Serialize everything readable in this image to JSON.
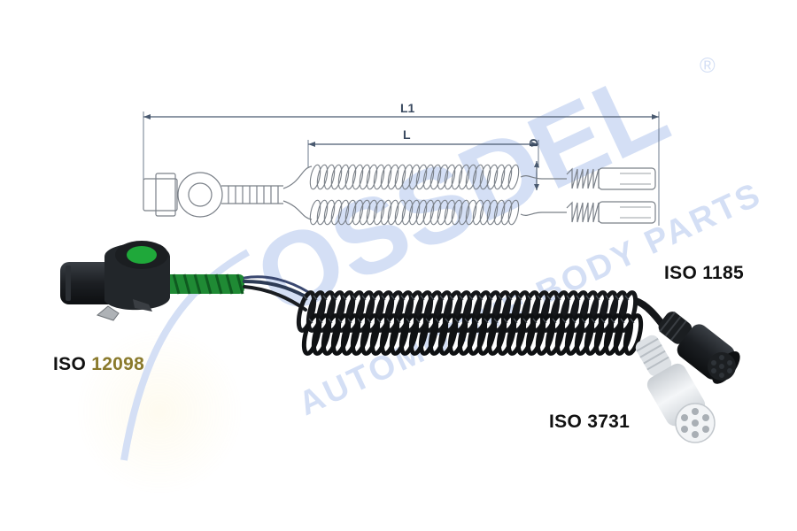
{
  "diagram": {
    "dimensions": {
      "overall_length_label": "L1",
      "coil_length_label": "L",
      "coil_diameter_label": "D"
    },
    "connectors": {
      "trailer_socket_label": "ISO 12098",
      "trailer_socket_label_prefix": "ISO ",
      "trailer_socket_label_number": "12098",
      "plug_black_label": "ISO 1185",
      "plug_white_label": "ISO 3731"
    },
    "watermark": {
      "brand": "OSSDEL",
      "registered_mark": "®",
      "tagline": "AUTOMOTIVE BODY PARTS"
    },
    "colors": {
      "drawing_line": "#7a8088",
      "dimension_line": "#4a5a70",
      "label_text": "#111111",
      "number_accent": "#8a7a2c",
      "socket_green": "#1fa83a",
      "cable_black": "#15171a",
      "plug_white": "#e8ebee",
      "watermark_blue": "#3c6fd0",
      "watermark_yellow": "#f5d060"
    }
  }
}
